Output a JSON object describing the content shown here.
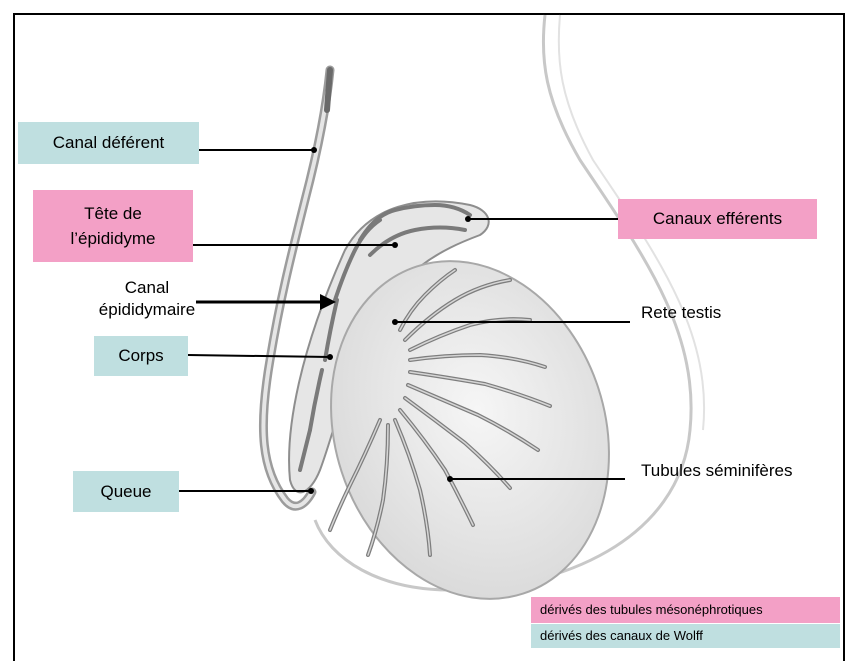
{
  "labels": {
    "canal_deferent": "Canal déférent",
    "tete_line1": "Tête de",
    "tete_line2": "l’épididyme",
    "canal_epididymaire_line1": "Canal",
    "canal_epididymaire_line2": "épididymaire",
    "corps": "Corps",
    "queue": "Queue",
    "canaux_efferents": "Canaux efférents",
    "rete_testis": "Rete testis",
    "tubules_seminiferes": "Tubules séminifères"
  },
  "legend": {
    "mesonephric": "dérivés des tubules mésonéphrotiques",
    "wolff": "dérivés des canaux de Wolff"
  },
  "colors": {
    "wolff_derivatives": "#bfdfe0",
    "mesonephric_derivatives": "#f3a0c6",
    "tubule": "#8a8a8a",
    "tissue": "#ececec"
  }
}
